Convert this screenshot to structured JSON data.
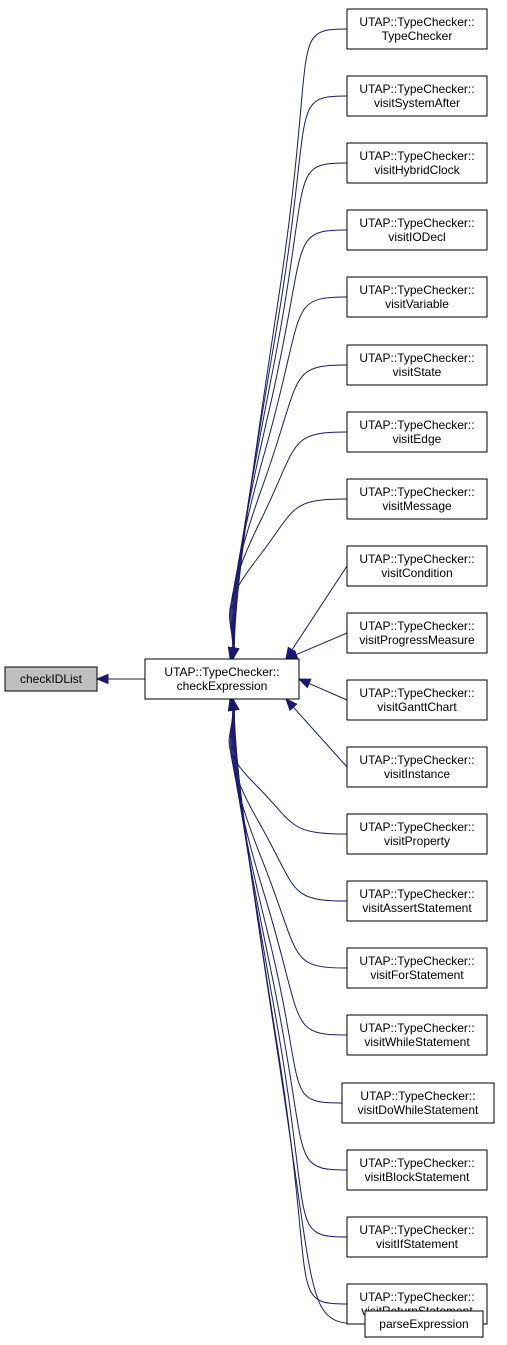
{
  "graph": {
    "root": {
      "id": "checkIDList",
      "lines": [
        "checkIDList"
      ],
      "highlighted": true
    },
    "hub": {
      "id": "checkExpression",
      "lines": [
        "UTAP::TypeChecker::",
        "checkExpression"
      ]
    },
    "callers": [
      {
        "id": "TypeChecker",
        "lines": [
          "UTAP::TypeChecker::",
          "TypeChecker"
        ]
      },
      {
        "id": "visitSystemAfter",
        "lines": [
          "UTAP::TypeChecker::",
          "visitSystemAfter"
        ]
      },
      {
        "id": "visitHybridClock",
        "lines": [
          "UTAP::TypeChecker::",
          "visitHybridClock"
        ]
      },
      {
        "id": "visitIODecl",
        "lines": [
          "UTAP::TypeChecker::",
          "visitIODecl"
        ]
      },
      {
        "id": "visitVariable",
        "lines": [
          "UTAP::TypeChecker::",
          "visitVariable"
        ]
      },
      {
        "id": "visitState",
        "lines": [
          "UTAP::TypeChecker::",
          "visitState"
        ]
      },
      {
        "id": "visitEdge",
        "lines": [
          "UTAP::TypeChecker::",
          "visitEdge"
        ]
      },
      {
        "id": "visitMessage",
        "lines": [
          "UTAP::TypeChecker::",
          "visitMessage"
        ]
      },
      {
        "id": "visitCondition",
        "lines": [
          "UTAP::TypeChecker::",
          "visitCondition"
        ]
      },
      {
        "id": "visitProgressMeasure",
        "lines": [
          "UTAP::TypeChecker::",
          "visitProgressMeasure"
        ]
      },
      {
        "id": "visitGanttChart",
        "lines": [
          "UTAP::TypeChecker::",
          "visitGanttChart"
        ]
      },
      {
        "id": "visitInstance",
        "lines": [
          "UTAP::TypeChecker::",
          "visitInstance"
        ]
      },
      {
        "id": "visitProperty",
        "lines": [
          "UTAP::TypeChecker::",
          "visitProperty"
        ]
      },
      {
        "id": "visitAssertStatement",
        "lines": [
          "UTAP::TypeChecker::",
          "visitAssertStatement"
        ]
      },
      {
        "id": "visitForStatement",
        "lines": [
          "UTAP::TypeChecker::",
          "visitForStatement"
        ]
      },
      {
        "id": "visitWhileStatement",
        "lines": [
          "UTAP::TypeChecker::",
          "visitWhileStatement"
        ]
      },
      {
        "id": "visitDoWhileStatement",
        "lines": [
          "UTAP::TypeChecker::",
          "visitDoWhileStatement"
        ]
      },
      {
        "id": "visitBlockStatement",
        "lines": [
          "UTAP::TypeChecker::",
          "visitBlockStatement"
        ]
      },
      {
        "id": "visitIfStatement",
        "lines": [
          "UTAP::TypeChecker::",
          "visitIfStatement"
        ]
      },
      {
        "id": "visitReturnStatement",
        "lines": [
          "UTAP::TypeChecker::",
          "visitReturnStatement"
        ]
      },
      {
        "id": "parseExpression",
        "lines": [
          "parseExpression"
        ]
      }
    ],
    "colors": {
      "edge": "#191970",
      "node_border": "#000000",
      "node_fill": "#ffffff",
      "root_fill": "#bfbfbf"
    }
  }
}
